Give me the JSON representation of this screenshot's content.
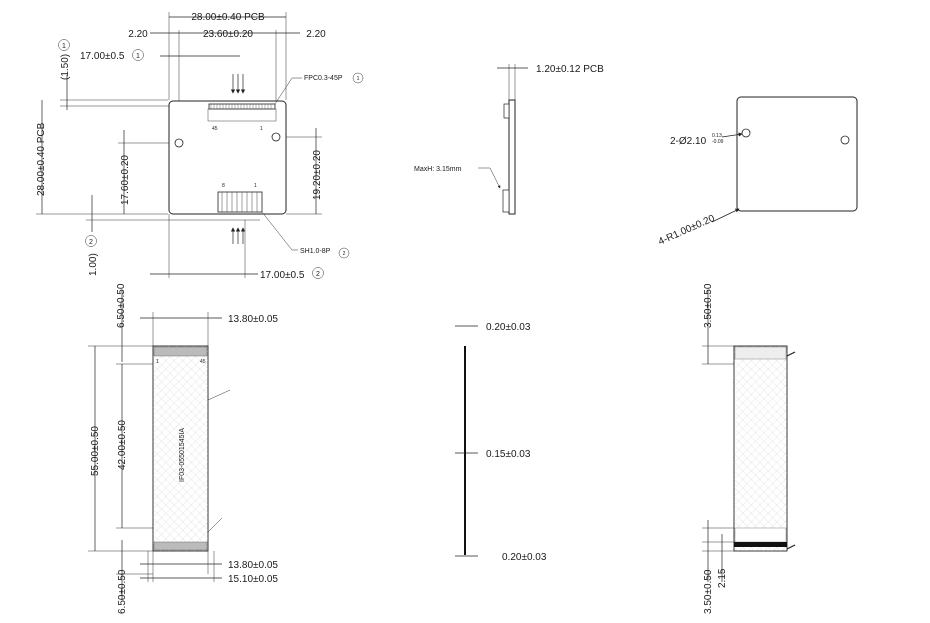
{
  "top_left": {
    "pcb_width": "28.00±0.40 PCB",
    "margin_left": "2.20",
    "inner_width": "23.60±0.20",
    "margin_right": "2.20",
    "top_offset": "(1.50)",
    "fpc_offset": "17.00±0.5",
    "fpc_label": "FPC0.3-45P",
    "pcb_height": "28.00±0.40 PCB",
    "left_height": "17.60±0.20",
    "right_height": "19.20±0.20",
    "bottom_offset": "1.00)",
    "sh_label": "SH1.0-8P",
    "sh_offset": "17.00±0.5",
    "marker_1": "1",
    "marker_2": "2",
    "pin_45": "45",
    "pin_1": "1",
    "pin_8": "8",
    "pin_1b": "1"
  },
  "top_middle": {
    "pcb_thickness": "1.20±0.12 PCB",
    "max_height": "MaxH: 3.15mm"
  },
  "top_right": {
    "hole_label": "2-Ø2.10",
    "hole_tol_upper": "0.13",
    "hole_tol_lower": "-0.09",
    "radius_label": "4-R1.00±0.20"
  },
  "bottom_left": {
    "top_tail": "6.50±0.50",
    "top_width": "13.80±0.05",
    "total_length": "55.00±0.50",
    "inner_length": "42.00±0.50",
    "part_number": "IF03-05501545IA",
    "bottom_width": "13.80±0.05",
    "overall_width": "15.10±0.05",
    "bottom_tail": "6.50±0.50",
    "pin_1": "1",
    "pin_45": "45"
  },
  "bottom_middle": {
    "top_thickness": "0.20±0.03",
    "mid_thickness": "0.15±0.03",
    "bottom_thickness": "0.20±0.03"
  },
  "bottom_right": {
    "top_tail": "3.50±0.50",
    "bottom_tail": "3.50±0.50",
    "stiffener": "2.15"
  }
}
